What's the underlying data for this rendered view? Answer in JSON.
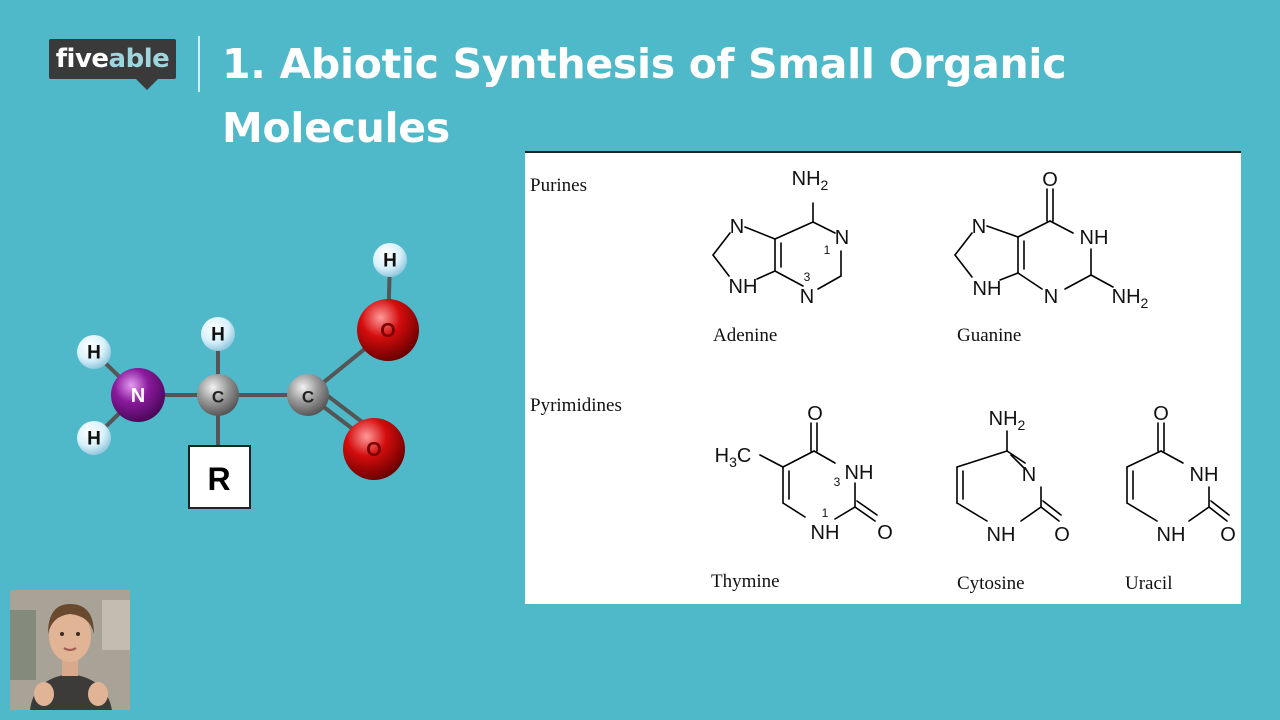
{
  "header": {
    "logo_part1": "five",
    "logo_part2": "able",
    "title_line1": "1. Abiotic Synthesis of Small Organic",
    "title_line2": "Molecules"
  },
  "amino_acid": {
    "atoms": {
      "h_n_top": "H",
      "h_n_bottom": "H",
      "n": "N",
      "c_alpha": "C",
      "h_c_alpha": "H",
      "c_carboxyl": "C",
      "o_hydroxyl": "O",
      "h_hydroxyl": "H",
      "o_double": "O",
      "r_group": "R"
    },
    "colors": {
      "hydrogen": "#d8f1fb",
      "nitrogen": "#8a1a9c",
      "carbon": "#9a9a9a",
      "oxygen": "#d40d0d",
      "bond": "#555555"
    }
  },
  "bases": {
    "purines_label": "Purines",
    "pyrimidines_label": "Pyrimidines",
    "adenine": {
      "name": "Adenine",
      "nh2": "NH",
      "nh2_sub": "2",
      "n7": "N",
      "n1": "N",
      "n1_num": "1",
      "n3": "N",
      "n3_num": "3",
      "nh9": "NH"
    },
    "guanine": {
      "name": "Guanine",
      "o6": "O",
      "n7": "N",
      "nh1": "NH",
      "nh9": "NH",
      "n3": "N",
      "nh2": "NH",
      "nh2_sub": "2"
    },
    "thymine": {
      "name": "Thymine",
      "o4": "O",
      "h3c": "H",
      "h3c_sub": "3",
      "h3c_c": "C",
      "nh3": "NH",
      "nh3_num": "3",
      "nh1": "NH",
      "nh1_num": "1",
      "o2": "O"
    },
    "cytosine": {
      "name": "Cytosine",
      "nh2": "NH",
      "nh2_sub": "2",
      "n3": "N",
      "nh1": "NH",
      "o2": "O"
    },
    "uracil": {
      "name": "Uracil",
      "o4": "O",
      "nh3": "NH",
      "nh1": "NH",
      "o2": "O"
    }
  }
}
